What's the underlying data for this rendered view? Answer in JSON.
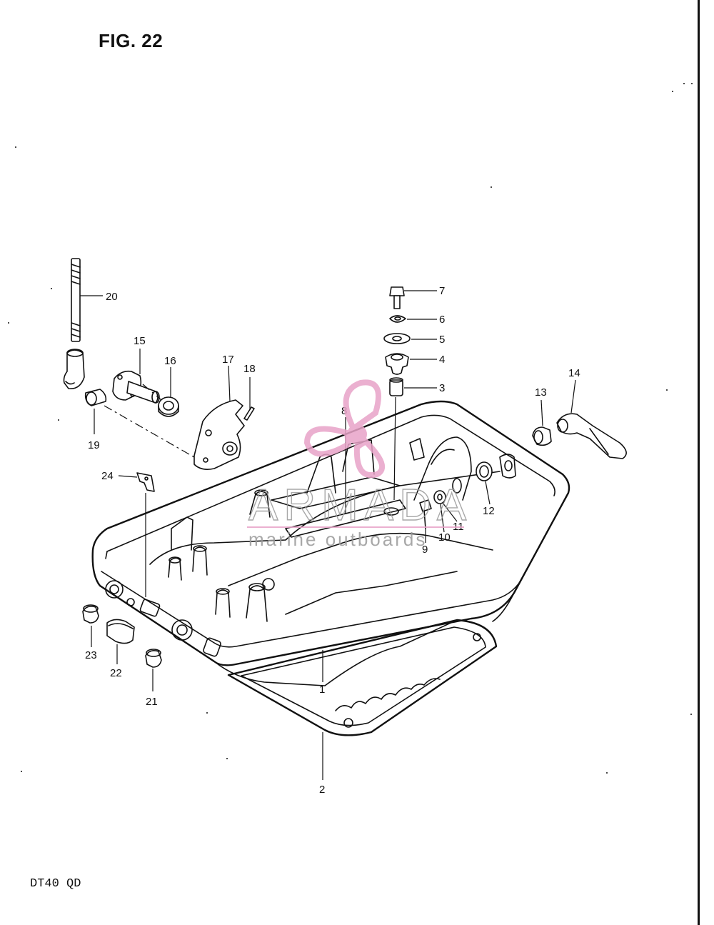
{
  "figure": {
    "title": "FIG. 22",
    "model": "DT40 QD"
  },
  "watermark": {
    "brand": "ARMADA",
    "tagline": "marine outboards",
    "color": "#e8a3c8",
    "icon": "propeller-logo-icon"
  },
  "callouts": [
    {
      "id": "c1",
      "label": "1"
    },
    {
      "id": "c2",
      "label": "2"
    },
    {
      "id": "c3",
      "label": "3"
    },
    {
      "id": "c4",
      "label": "4"
    },
    {
      "id": "c5",
      "label": "5"
    },
    {
      "id": "c6",
      "label": "6"
    },
    {
      "id": "c7",
      "label": "7"
    },
    {
      "id": "c8",
      "label": "8"
    },
    {
      "id": "c9",
      "label": "9"
    },
    {
      "id": "c10",
      "label": "10"
    },
    {
      "id": "c11",
      "label": "11"
    },
    {
      "id": "c12",
      "label": "12"
    },
    {
      "id": "c13",
      "label": "13"
    },
    {
      "id": "c14",
      "label": "14"
    },
    {
      "id": "c15",
      "label": "15"
    },
    {
      "id": "c16",
      "label": "16"
    },
    {
      "id": "c17",
      "label": "17"
    },
    {
      "id": "c18",
      "label": "18"
    },
    {
      "id": "c19",
      "label": "19"
    },
    {
      "id": "c20",
      "label": "20"
    },
    {
      "id": "c21",
      "label": "21"
    },
    {
      "id": "c22",
      "label": "22"
    },
    {
      "id": "c23",
      "label": "23"
    },
    {
      "id": "c24",
      "label": "24"
    }
  ]
}
